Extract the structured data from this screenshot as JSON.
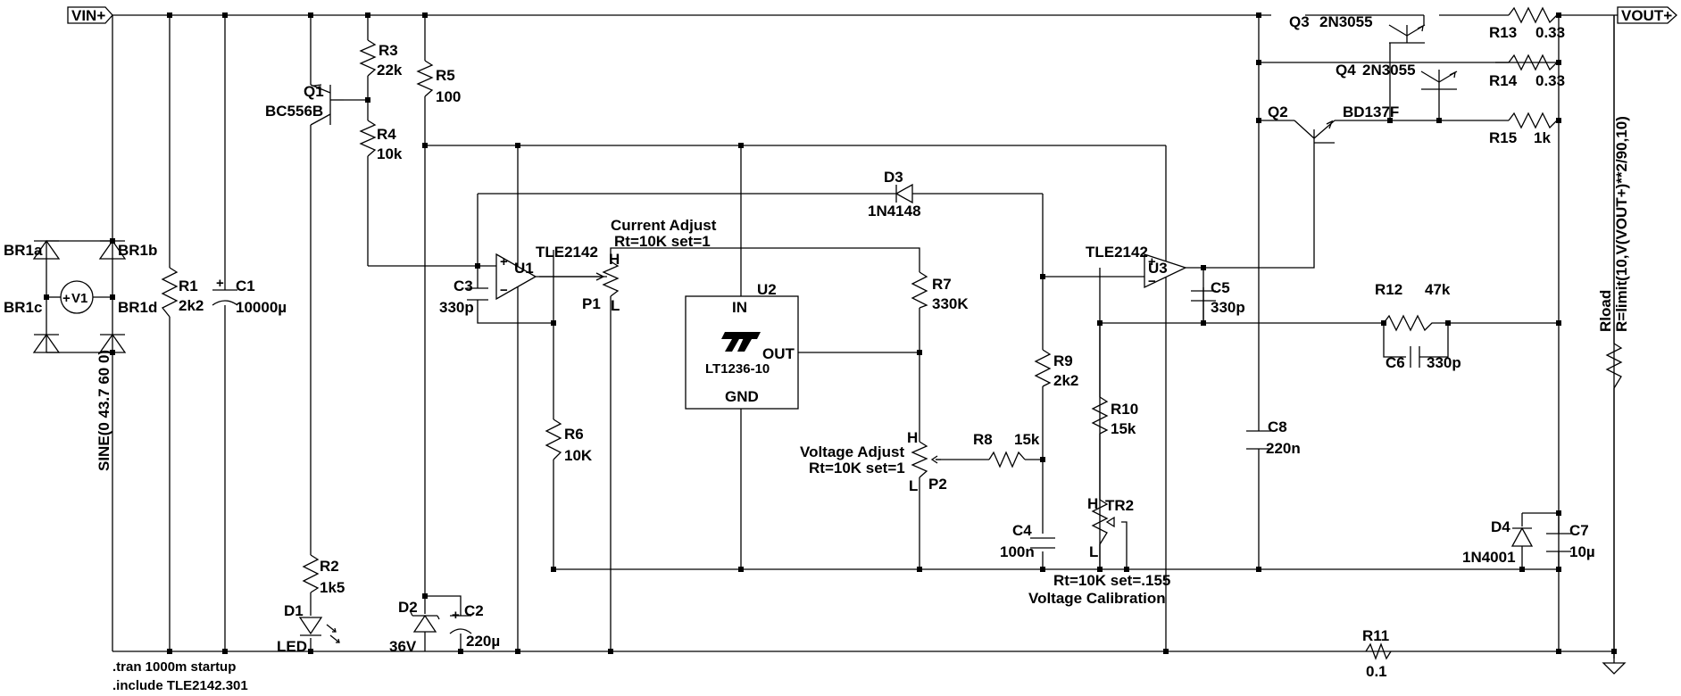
{
  "ports": {
    "vin": "VIN+",
    "vout": "VOUT+"
  },
  "source": {
    "name": "V1",
    "sine": "SINE(0 43.7 60 0)"
  },
  "bridge": {
    "a": "BR1a",
    "b": "BR1b",
    "c": "BR1c",
    "d": "BR1d"
  },
  "r1": {
    "name": "R1",
    "value": "2k2"
  },
  "c1": {
    "name": "C1",
    "value": "10000µ"
  },
  "q1": {
    "name": "Q1",
    "model": "BC556B"
  },
  "r2": {
    "name": "R2",
    "value": "1k5"
  },
  "d1": {
    "name": "D1",
    "value": "LED"
  },
  "r3": {
    "name": "R3",
    "value": "22k"
  },
  "r4": {
    "name": "R4",
    "value": "10k"
  },
  "r5": {
    "name": "R5",
    "value": "100"
  },
  "d2": {
    "name": "D2",
    "value": "36V"
  },
  "c2": {
    "name": "C2",
    "value": "220µ"
  },
  "c3": {
    "name": "C3",
    "value": "330p"
  },
  "u1": {
    "name": "U1",
    "model": "TLE2142"
  },
  "r6": {
    "name": "R6",
    "value": "10K"
  },
  "p1": {
    "name": "P1",
    "title": "Current Adjust",
    "params": "Rt=10K set=1",
    "h": "H",
    "l": "L"
  },
  "d3": {
    "name": "D3",
    "value": "1N4148"
  },
  "u2": {
    "name": "U2",
    "pin_in": "IN",
    "pin_out": "OUT",
    "pin_gnd": "GND",
    "model": "LT1236-10",
    "logo": "LT"
  },
  "r7": {
    "name": "R7",
    "value": "330K"
  },
  "p2": {
    "name": "P2",
    "title": "Voltage Adjust",
    "params": "Rt=10K set=1",
    "h": "H",
    "l": "L"
  },
  "r8": {
    "name": "R8",
    "value": "15k"
  },
  "r9": {
    "name": "R9",
    "value": "2k2"
  },
  "c4": {
    "name": "C4",
    "value": "100n"
  },
  "u3": {
    "name": "U3",
    "model": "TLE2142"
  },
  "c5": {
    "name": "C5",
    "value": "330p"
  },
  "r10": {
    "name": "R10",
    "value": "15k"
  },
  "tr2": {
    "name": "TR2",
    "params": "Rt=10K set=.155",
    "title": "Voltage Calibration",
    "h": "H",
    "l": "L"
  },
  "c8": {
    "name": "C8",
    "value": "220n"
  },
  "r12": {
    "name": "R12",
    "value": "47k"
  },
  "c6": {
    "name": "C6",
    "value": "330p"
  },
  "q2": {
    "name": "Q2",
    "model": "BD137F"
  },
  "q3": {
    "name": "Q3",
    "model": "2N3055"
  },
  "q4": {
    "name": "Q4",
    "model": "2N3055"
  },
  "r13": {
    "name": "R13",
    "value": "0.33"
  },
  "r14": {
    "name": "R14",
    "value": "0.33"
  },
  "r15": {
    "name": "R15",
    "value": "1k"
  },
  "d4": {
    "name": "D4",
    "value": "1N4001"
  },
  "c7": {
    "name": "C7",
    "value": "10µ"
  },
  "r11": {
    "name": "R11",
    "value": "0.1"
  },
  "rload": {
    "name": "Rload",
    "expr": "R=limit(10,V(VOUT+)**2/90,10)"
  },
  "directives": {
    "tran": ".tran 1000m startup",
    "include": ".include TLE2142.301"
  }
}
